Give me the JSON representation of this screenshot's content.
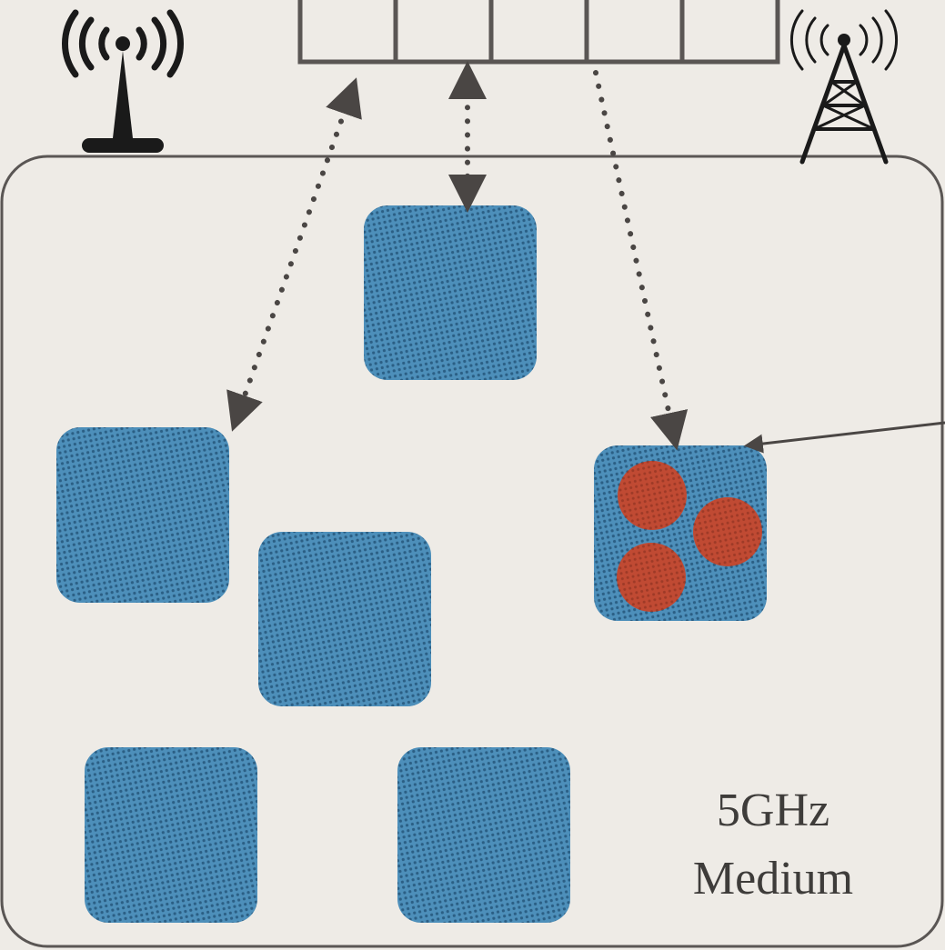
{
  "medium": {
    "line1": "5GHz",
    "line2": "Medium"
  },
  "colors": {
    "background": "#eeebe6",
    "node_fill": "#4d8fba",
    "node_dots": "#2b5f85",
    "client_fill": "#c04a33",
    "line": "#5a5654",
    "icon": "#1a1a1a"
  },
  "icons": [
    "wifi-antenna-icon",
    "cell-tower-icon"
  ],
  "queue": {
    "slots": 5
  },
  "nodes": {
    "count": 6,
    "client_circles": 3
  }
}
